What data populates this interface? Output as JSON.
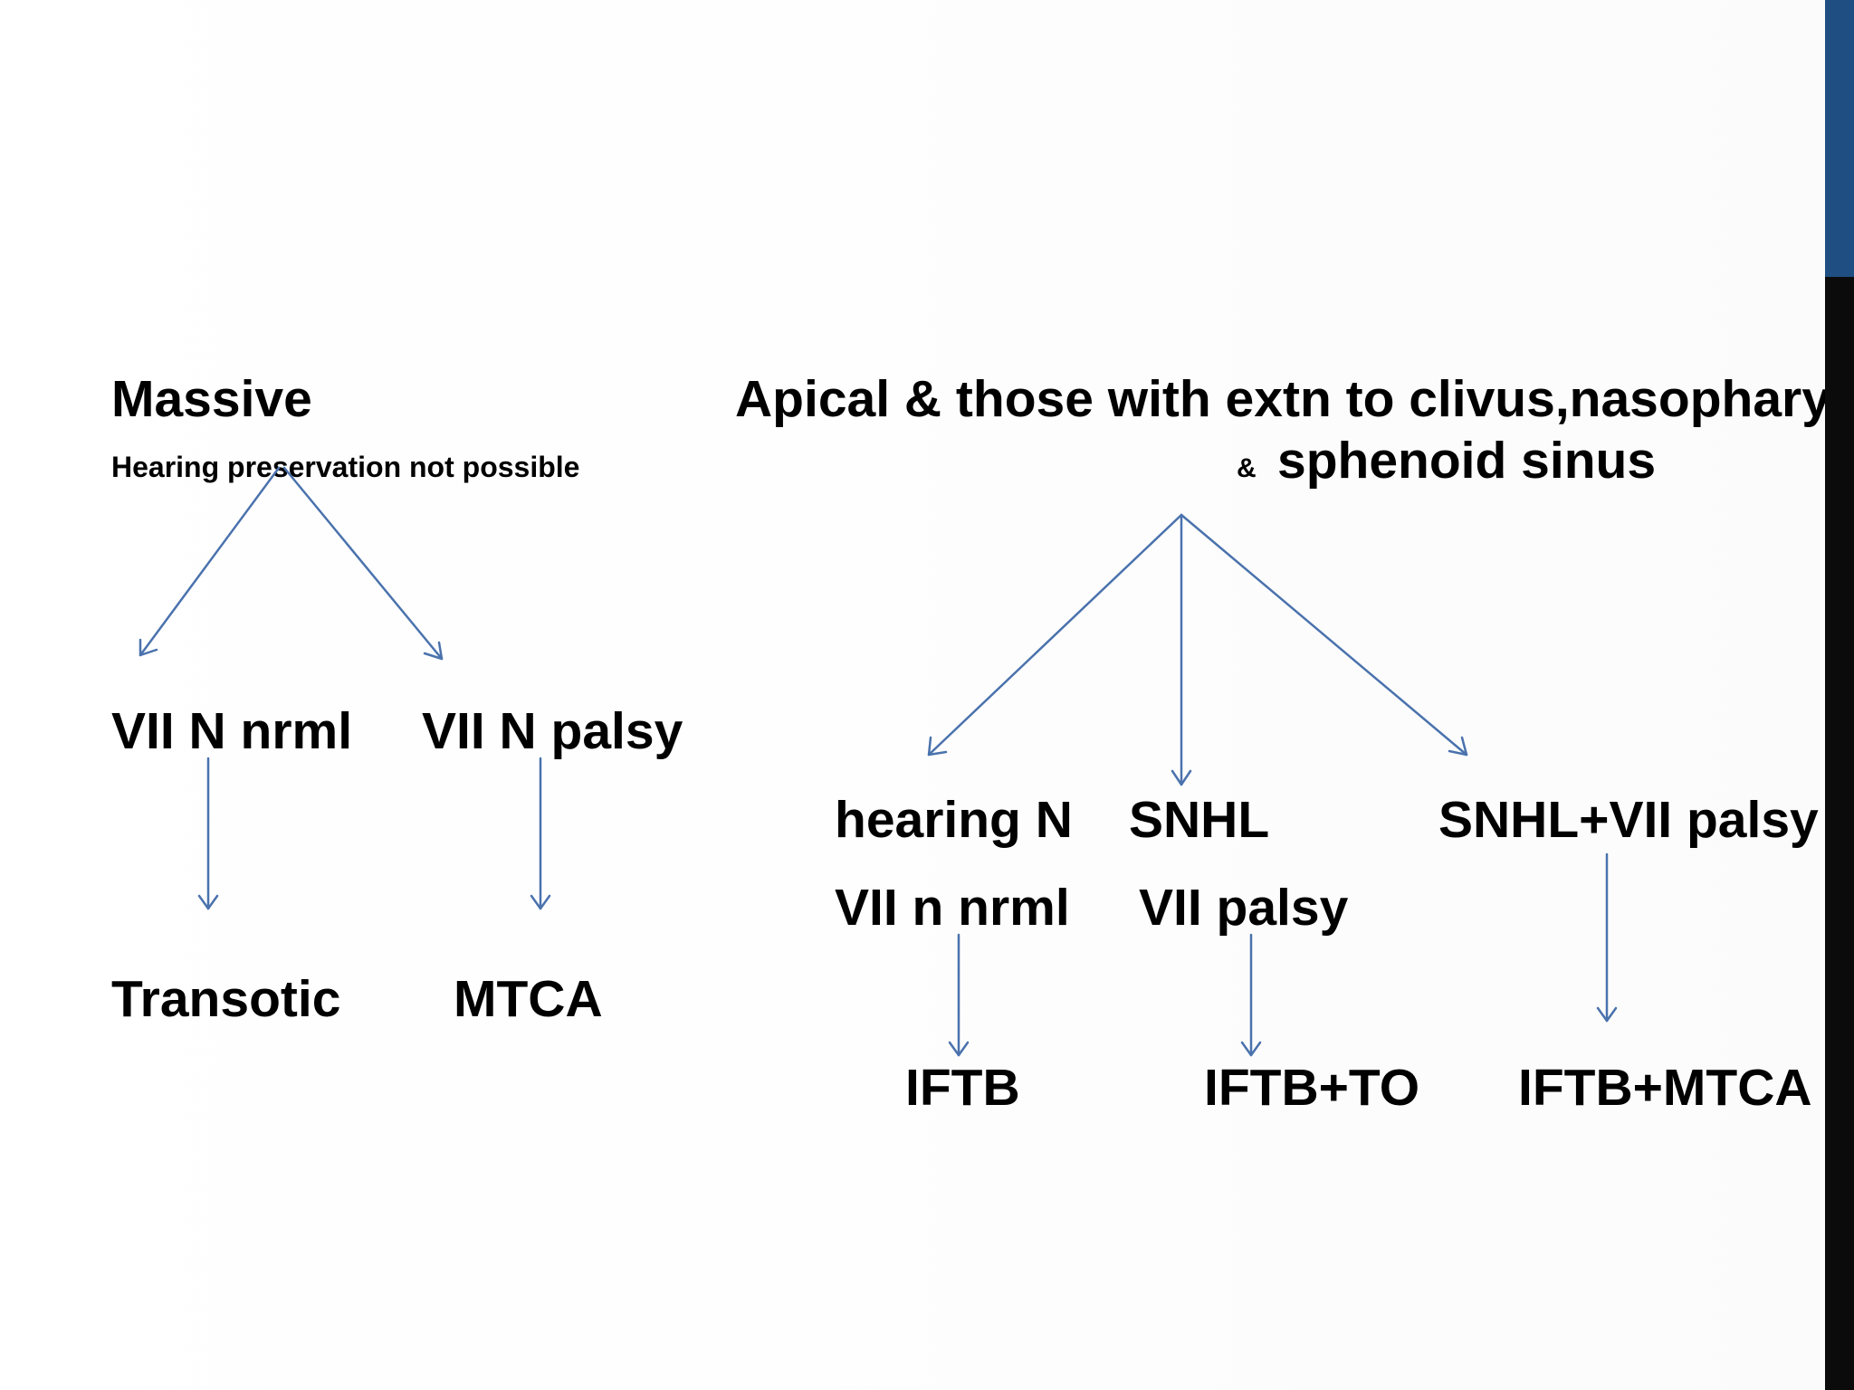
{
  "left": {
    "heading": "Massive",
    "subheading": "Hearing preservation  not possible",
    "branch_a": "VII N nrml",
    "branch_b": "VII N palsy",
    "result_a": "Transotic",
    "result_b": "MTCA"
  },
  "right": {
    "heading_line1": "Apical & those with  extn to clivus,nasophary",
    "heading_amp": "&",
    "heading_line2": "sphenoid sinus",
    "branch_1": "hearing N",
    "branch_1_sub": "VII n nrml",
    "branch_2": "SNHL",
    "branch_2_sub": "VII palsy",
    "branch_3": "SNHL+VII palsy",
    "result_1": "IFTB",
    "result_2": "IFTB+TO",
    "result_3": "IFTB+MTCA"
  },
  "colors": {
    "arrow": "#4a72ad",
    "side_bar_dark": "#0b0b0b",
    "side_bar_accent": "#1f4e82",
    "text": "#000000"
  }
}
